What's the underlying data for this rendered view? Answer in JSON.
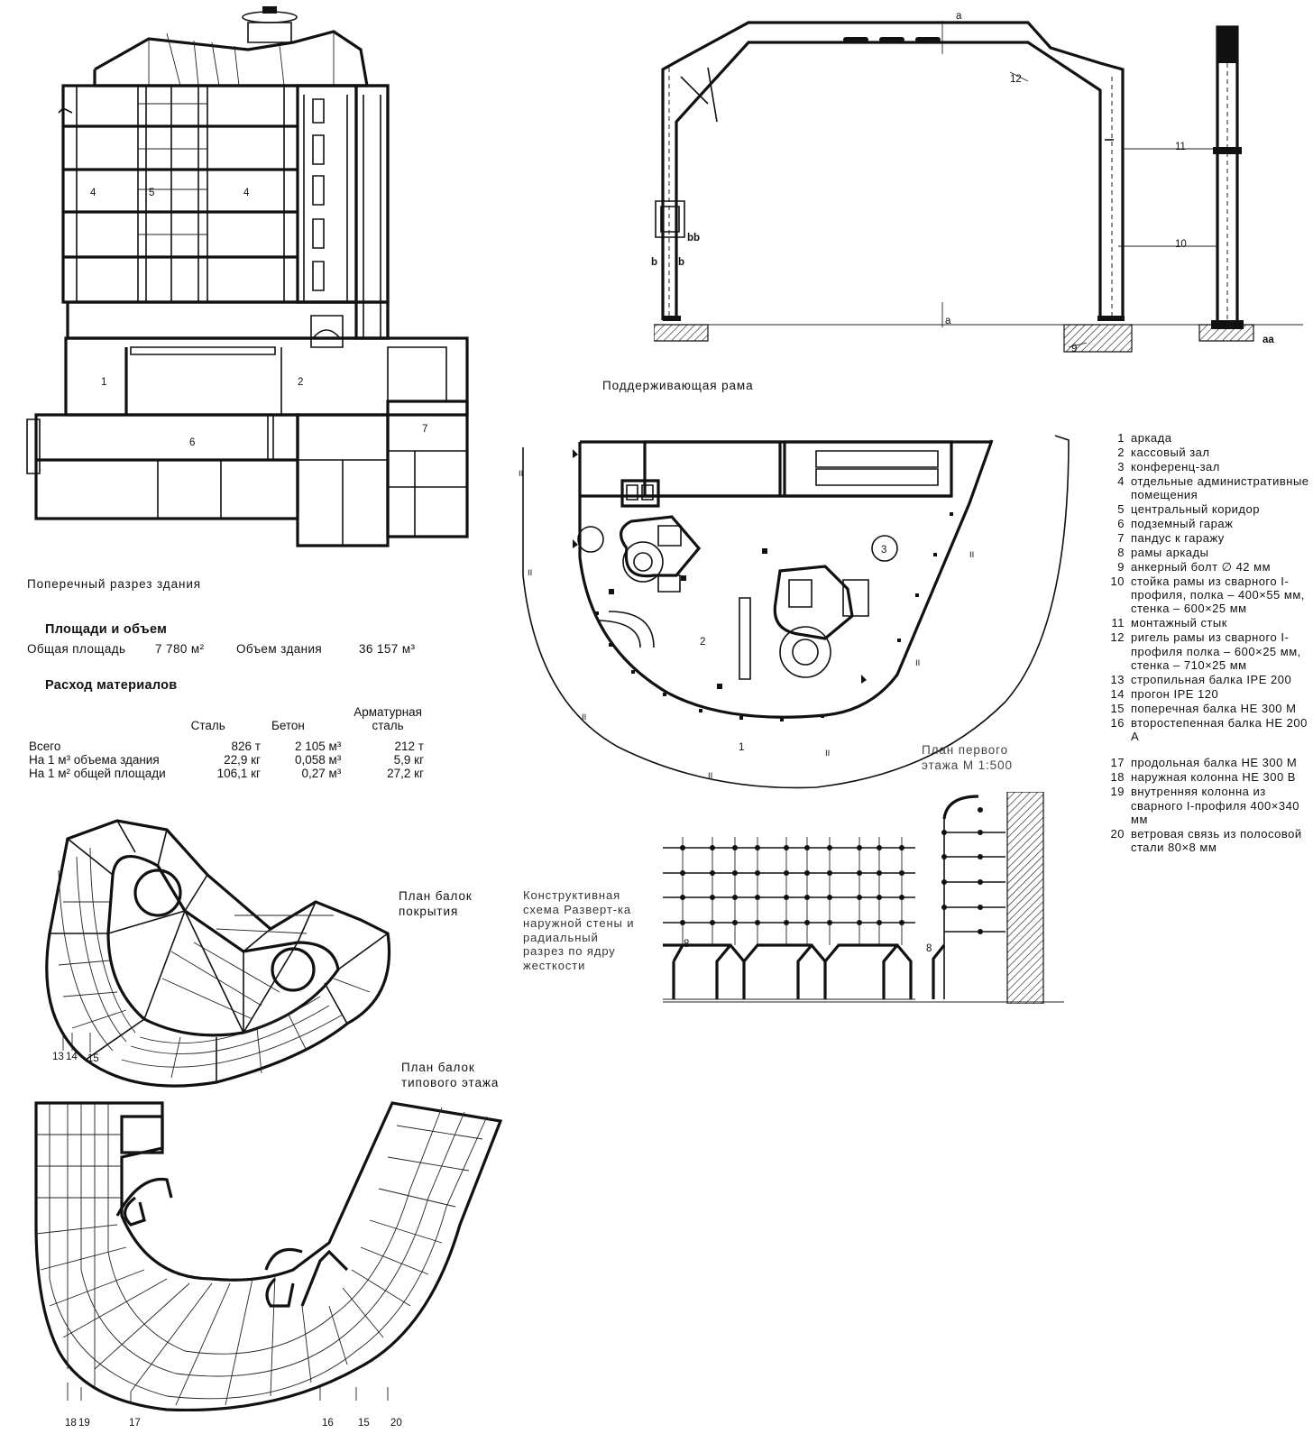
{
  "captions": {
    "section": "Поперечный разрез здания",
    "frame": "Поддерживающая рама",
    "ground_floor_plan": "План первого этажа М 1:500",
    "roof_beams": "План балок покрытия",
    "typical_floor_beams": "План балок типового этажа",
    "construction_scheme": "Конструктивная схема Разверт-ка наружной стены и радиальный разрез по ядру жесткости"
  },
  "areas": {
    "heading": "Площади и объем",
    "total_area_label": "Общая площадь",
    "total_area_value": "7 780 м²",
    "volume_label": "Объем здания",
    "volume_value": "36 157 м³"
  },
  "materials": {
    "heading": "Расход материалов",
    "columns": [
      "Сталь",
      "Бетон",
      "Арматурная сталь"
    ],
    "rows": [
      {
        "label": "Всего",
        "steel": "826 т",
        "concrete": "2 105 м³",
        "rebar": "212 т"
      },
      {
        "label": "На 1 м³ объема здания",
        "steel": "22,9 кг",
        "concrete": "0,058 м³",
        "rebar": "5,9 кг"
      },
      {
        "label": "На 1 м² общей площади",
        "steel": "106,1 кг",
        "concrete": "0,27 м³",
        "rebar": "27,2 кг"
      }
    ]
  },
  "legend": [
    {
      "n": "1",
      "text": "аркада"
    },
    {
      "n": "2",
      "text": "кассовый зал"
    },
    {
      "n": "3",
      "text": "конференц-зал"
    },
    {
      "n": "4",
      "text": "отдельные административные помещения"
    },
    {
      "n": "5",
      "text": "центральный коридор"
    },
    {
      "n": "6",
      "text": "подземный гараж"
    },
    {
      "n": "7",
      "text": "пандус к гаражу"
    },
    {
      "n": "8",
      "text": "рамы аркады"
    },
    {
      "n": "9",
      "text": "анкерный болт ∅ 42 мм"
    },
    {
      "n": "10",
      "text": "стойка рамы из сварного I-профиля, полка – 400×55 мм, стенка – 600×25 мм"
    },
    {
      "n": "11",
      "text": "монтажный стык"
    },
    {
      "n": "12",
      "text": "ригель рамы из сварного I-профиля полка – 600×25 мм, стенка – 710×25 мм"
    },
    {
      "n": "13",
      "text": "стропильная балка IPE 200"
    },
    {
      "n": "14",
      "text": "прогон IPE 120"
    },
    {
      "n": "15",
      "text": "поперечная балка HE 300 M"
    },
    {
      "n": "16",
      "text": "второстепенная балка HE 200 A"
    },
    {
      "n": "17",
      "text": "продольная балка HE 300 M"
    },
    {
      "n": "18",
      "text": "наружная колонна HE 300 B"
    },
    {
      "n": "19",
      "text": "внутренняя колонна из сварного I-профиля 400×340 мм"
    },
    {
      "n": "20",
      "text": "ветровая связь из полосовой стали 80×8 мм"
    }
  ],
  "section_labels": {
    "l1": "1",
    "l2": "2",
    "l4a": "4",
    "l5": "5",
    "l4b": "4",
    "l6": "6",
    "l7": "7"
  },
  "frame_labels": {
    "a_top": "a",
    "a_bottom": "a",
    "bb": "bb",
    "b_left": "b",
    "b_right": "b",
    "n9": "9",
    "n10": "10",
    "n11": "11",
    "n12": "12",
    "aa": "aa"
  },
  "plan_labels": {
    "n1": "1",
    "n2": "2",
    "n3": "3"
  },
  "scheme_labels": {
    "n8a": "8",
    "n8b": "8"
  },
  "beam_labels": {
    "n13": "13",
    "n14": "14",
    "n15": "15",
    "n18": "18",
    "n19": "19",
    "n17": "17",
    "n16": "16",
    "n15b": "15",
    "n20": "20"
  }
}
